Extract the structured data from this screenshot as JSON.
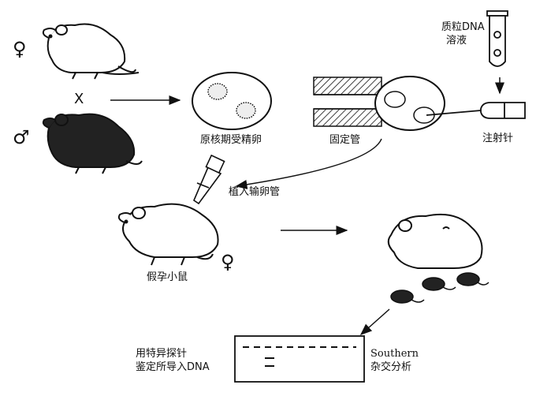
{
  "symbols": {
    "female": "♀",
    "male": "♂",
    "cross": "X"
  },
  "labels": {
    "zygote": "原核期受精卵",
    "holding_pipette": "固定管",
    "plasmid_line1": "质粒DNA",
    "plasmid_line2": "溶液",
    "needle": "注射针",
    "implant": "植入输卵管",
    "pseudopregnant": "假孕小鼠",
    "probe_line1": "用特异探针",
    "probe_line2": "鉴定所导入DNA",
    "southern_line1": "Southern",
    "southern_line2": "杂交分析"
  },
  "icons": {
    "female_mouse": "mouse-icon",
    "male_mouse": "mouse-icon",
    "test_tube": "test-tube-icon",
    "syringe": "syringe-icon",
    "blot": "gel-blot-icon"
  },
  "colors": {
    "ink": "#111111",
    "paper": "#ffffff"
  }
}
